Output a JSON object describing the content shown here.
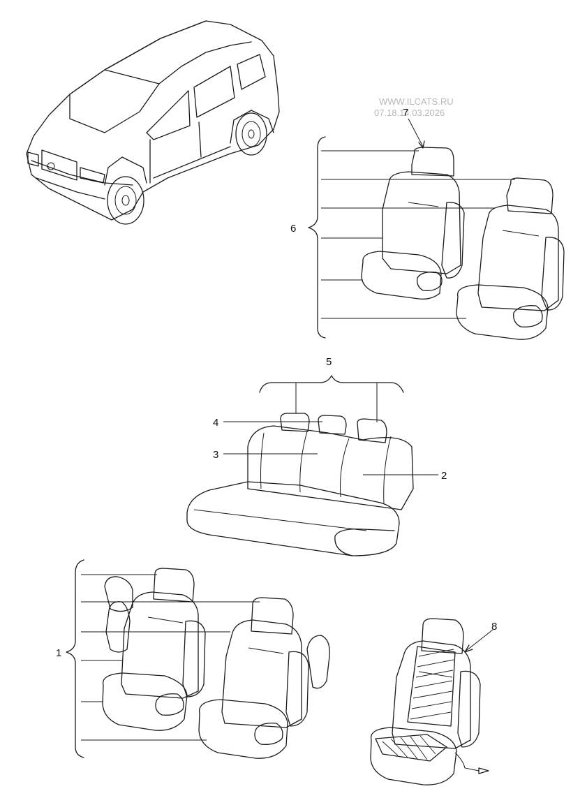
{
  "watermark": {
    "line1": "WWW.ILCATS.RU",
    "line2": "07.18.14.03.2026"
  },
  "callouts": {
    "c1": "1",
    "c2": "2",
    "c3": "3",
    "c4": "4",
    "c5": "5",
    "c6": "6",
    "c7": "7",
    "c8": "8"
  }
}
